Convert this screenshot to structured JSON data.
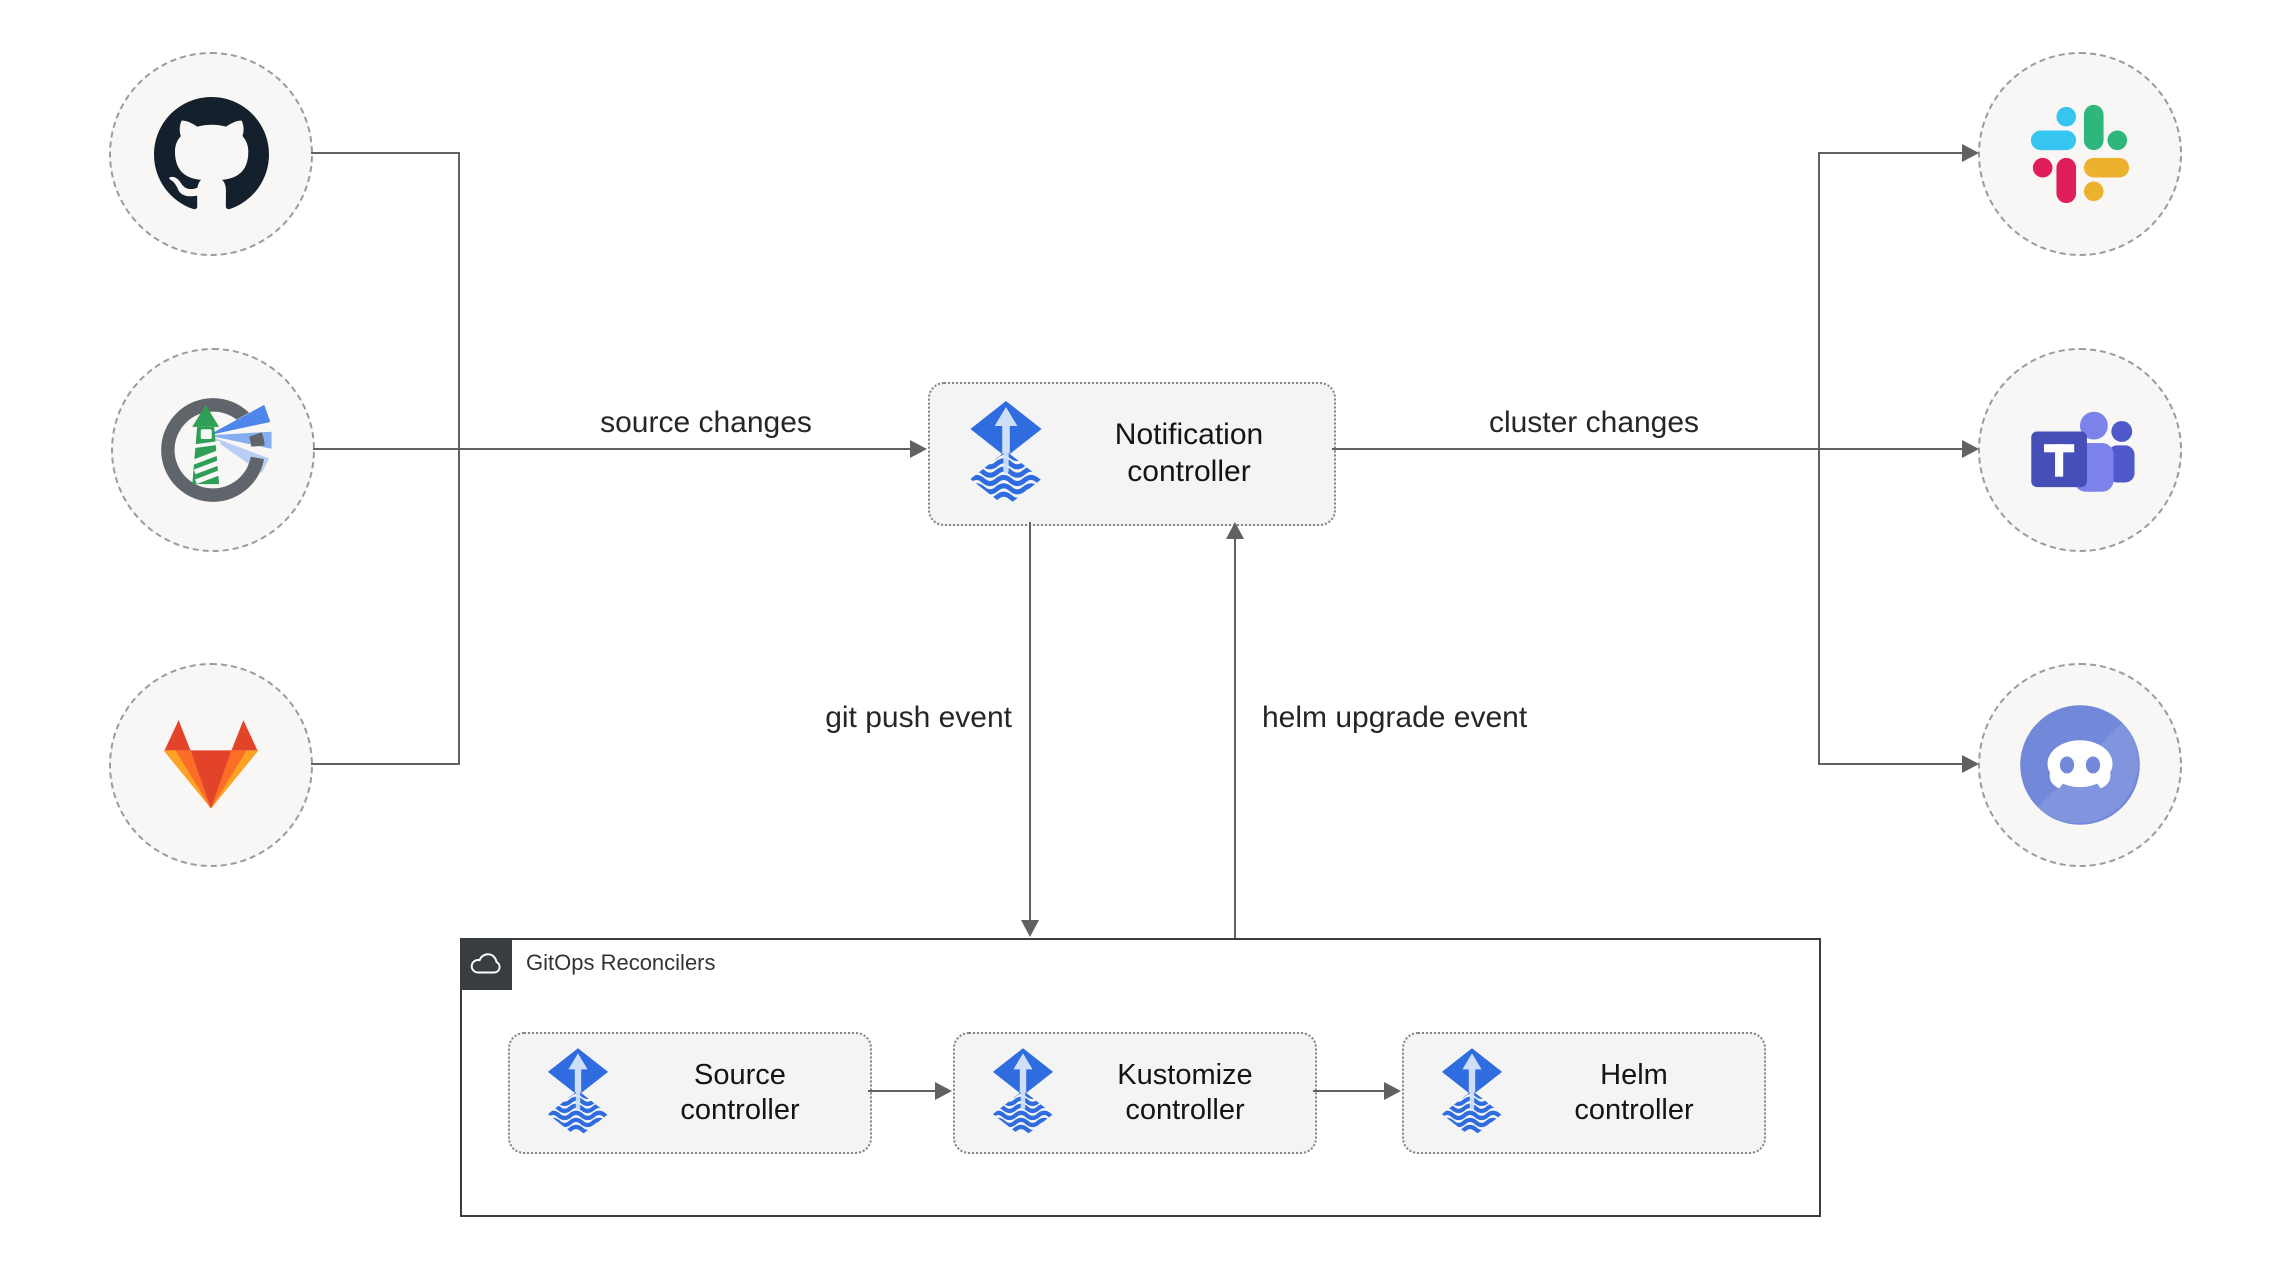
{
  "edges": {
    "source_changes": "source changes",
    "cluster_changes": "cluster changes",
    "git_push_event": "git push event",
    "helm_upgrade_event": "helm upgrade event"
  },
  "notification_controller": {
    "label": "Notification controller"
  },
  "gitops_reconcilers": {
    "title": "GitOps Reconcilers",
    "controllers": [
      {
        "label": "Source controller"
      },
      {
        "label": "Kustomize controller"
      },
      {
        "label": "Helm controller"
      }
    ]
  },
  "integrations": {
    "sources": [
      {
        "icon": "github-icon"
      },
      {
        "icon": "harbor-icon"
      },
      {
        "icon": "gitlab-icon"
      }
    ],
    "notifiers": [
      {
        "icon": "slack-icon"
      },
      {
        "icon": "ms-teams-icon"
      },
      {
        "icon": "discord-icon"
      }
    ]
  },
  "colors": {
    "flux_blue": "#2e6ce0",
    "flux_arrow": "#cfdff7",
    "edge_line": "#616161",
    "node_fill": "#f4f4f4",
    "circle_fill": "#f8f7f5",
    "container_border": "#3b3e40",
    "slack_blue": "#36C5F0",
    "slack_green": "#2EB67D",
    "slack_yellow": "#ECB22E",
    "slack_red": "#E01E5A",
    "gitlab_red": "#e24329",
    "gitlab_orange": "#fc6d26",
    "gitlab_yellow": "#fca326",
    "teams_purple": "#464eb8",
    "discord_blurple": "#7289da",
    "harbor_gray": "#5f656b",
    "harbor_green": "#2f9e57",
    "github_dark": "#14212d"
  }
}
